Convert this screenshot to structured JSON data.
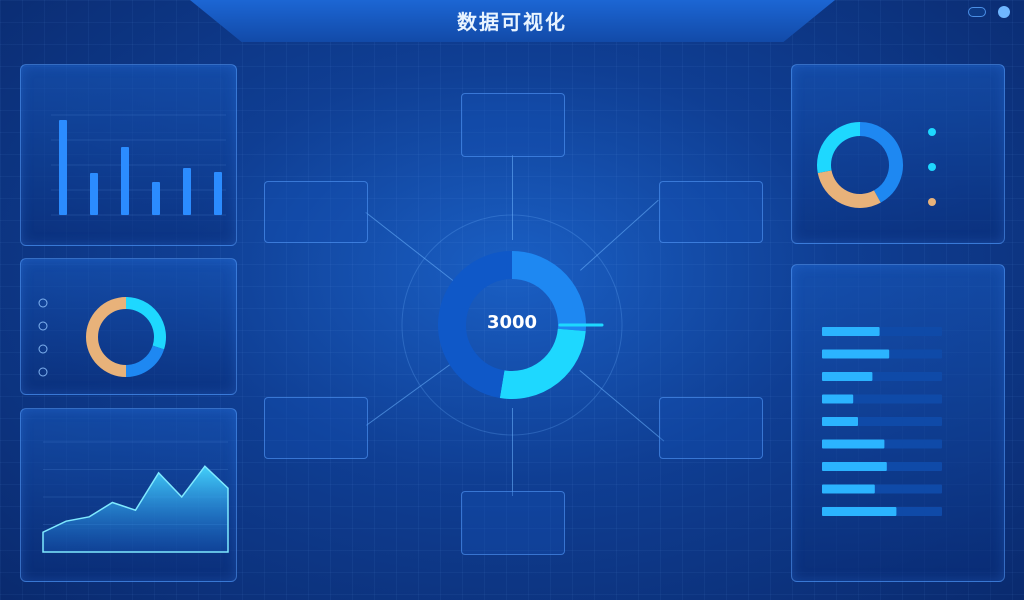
{
  "header": {
    "title": "数据可视化"
  },
  "center": {
    "value": "3000"
  },
  "colors": {
    "cyan": "#1ed8ff",
    "blue": "#1e88f2",
    "orange": "#e8b27a",
    "track": "#0d3c8a"
  },
  "chart_data": [
    {
      "type": "bar",
      "values": [
        95,
        42,
        68,
        33,
        47,
        43
      ],
      "ylim": [
        0,
        100
      ]
    },
    {
      "type": "pie",
      "values": [
        30,
        20,
        50
      ],
      "colors": [
        "#1ed8ff",
        "#1e88f2",
        "#e8b27a"
      ]
    },
    {
      "type": "area",
      "values": [
        18,
        28,
        32,
        45,
        38,
        72,
        50,
        78,
        58
      ],
      "ylim": [
        0,
        100
      ]
    },
    {
      "type": "pie",
      "values": [
        42,
        30,
        28
      ],
      "colors": [
        "#1e88f2",
        "#e8b27a",
        "#1ed8ff"
      ]
    },
    {
      "type": "pie",
      "values": [
        25,
        25,
        45
      ],
      "colors": [
        "#1e88f2",
        "#1ed8ff",
        "#0f58c8"
      ]
    },
    {
      "type": "bar",
      "orientation": "horizontal",
      "values": [
        48,
        56,
        42,
        26,
        30,
        52,
        54,
        44,
        62
      ]
    }
  ]
}
